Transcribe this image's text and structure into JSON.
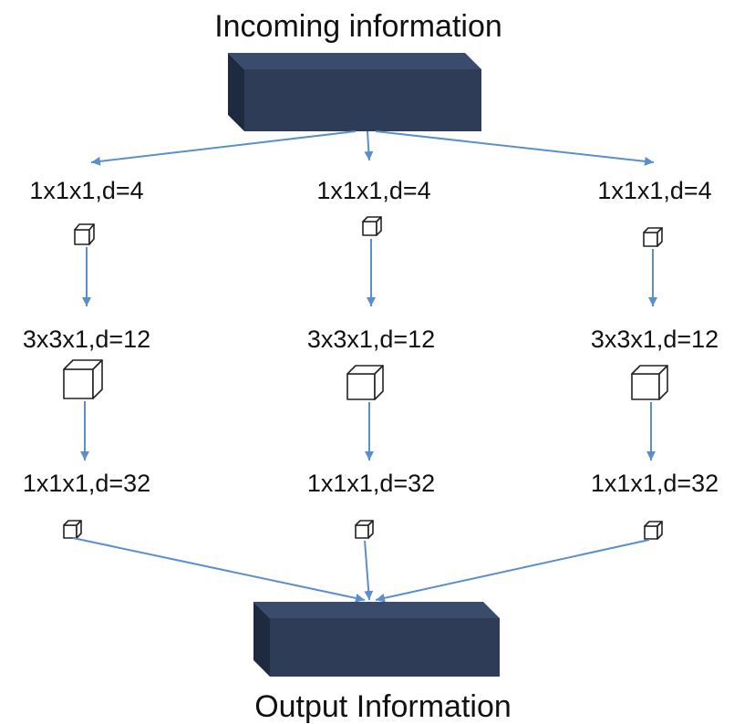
{
  "title_top": "Incoming information",
  "title_bottom": "Output Information",
  "colors": {
    "block_front": "#2e3c57",
    "block_top": "#3b4b6b",
    "block_side": "#1e2a40",
    "arrow": "#5b8fc9",
    "cube_stroke": "#222222"
  },
  "columns": [
    {
      "l1": "1x1x1,d=4",
      "l2": "3x3x1,d=12",
      "l3": "1x1x1,d=32"
    },
    {
      "l1": "1x1x1,d=4",
      "l2": "3x3x1,d=12",
      "l3": "1x1x1,d=32"
    },
    {
      "l1": "1x1x1,d=4",
      "l2": "3x3x1,d=12",
      "l3": "1x1x1,d=32"
    }
  ]
}
